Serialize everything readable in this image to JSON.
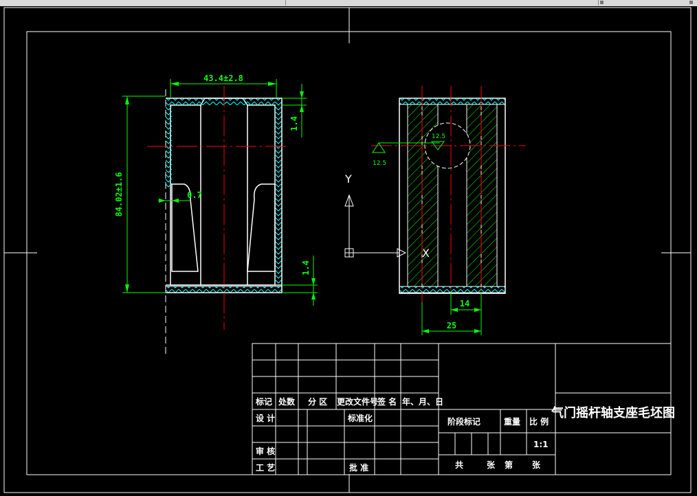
{
  "drawing": {
    "front_view": {
      "width_dim": "43.4±2.8",
      "height_dim": "84.02±1.6",
      "wall_top_dim": "1.4",
      "wall_bottom_dim": "1.4",
      "side_dim": "0.7"
    },
    "side_view": {
      "dim_inner": "14",
      "dim_outer": "25",
      "roughness": "12.5",
      "roughness_label": "12.5"
    },
    "ucs": {
      "x_label": "X",
      "y_label": "Y"
    }
  },
  "title_block": {
    "title": "气门摇杆轴支座毛坯图",
    "headers": [
      "标记",
      "处数",
      "分 区",
      "更改文件号",
      "签 名",
      "年、月、日"
    ],
    "design": "设 计",
    "standardize": "标准化",
    "review": "审 核",
    "process": "工 艺",
    "approve": "批 准",
    "stage_mark": "阶段标记",
    "weight": "重量",
    "scale_label": "比 例",
    "scale_value": "1:1",
    "total": "共",
    "sheets": "张",
    "page_no": "第",
    "sheet": "张"
  }
}
